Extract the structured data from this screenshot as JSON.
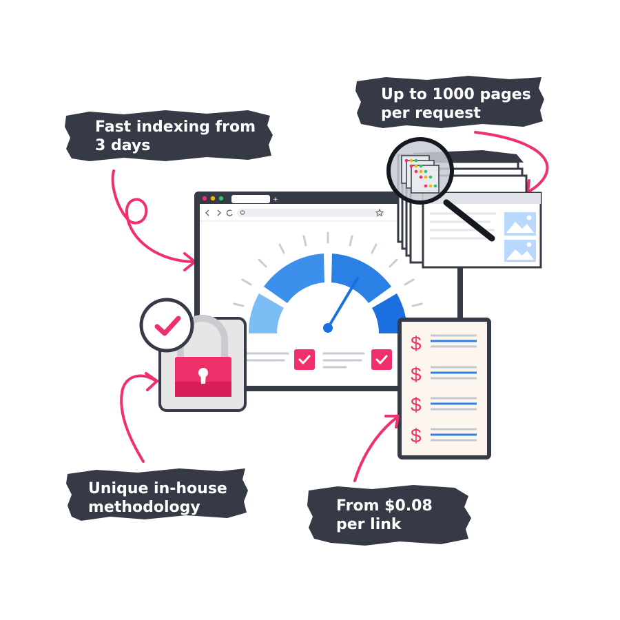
{
  "callouts": {
    "fast_indexing": {
      "line1": "Fast indexing from",
      "line2": "3 days"
    },
    "pages_per_request": {
      "line1": "Up to 1000 pages",
      "line2": "per request"
    },
    "methodology": {
      "line1": "Unique in-house",
      "line2": "methodology"
    },
    "price": {
      "line1": "From $0.08",
      "line2": "per link"
    }
  },
  "price_list": {
    "currency_symbol": "$"
  },
  "colors": {
    "dark": "#353a46",
    "accent_pink": "#f0306a",
    "gauge_light_blue": "#7dbdf5",
    "gauge_mid_blue": "#3c8fea",
    "gauge_blue": "#2b80e6",
    "gauge_dark_blue": "#1b6fe0",
    "lock_gray": "#e6e6e6"
  },
  "icons": [
    "speedometer-icon",
    "padlock-icon",
    "checkmark-icon",
    "magnifier-icon",
    "image-placeholder-icon",
    "dollar-icon"
  ]
}
